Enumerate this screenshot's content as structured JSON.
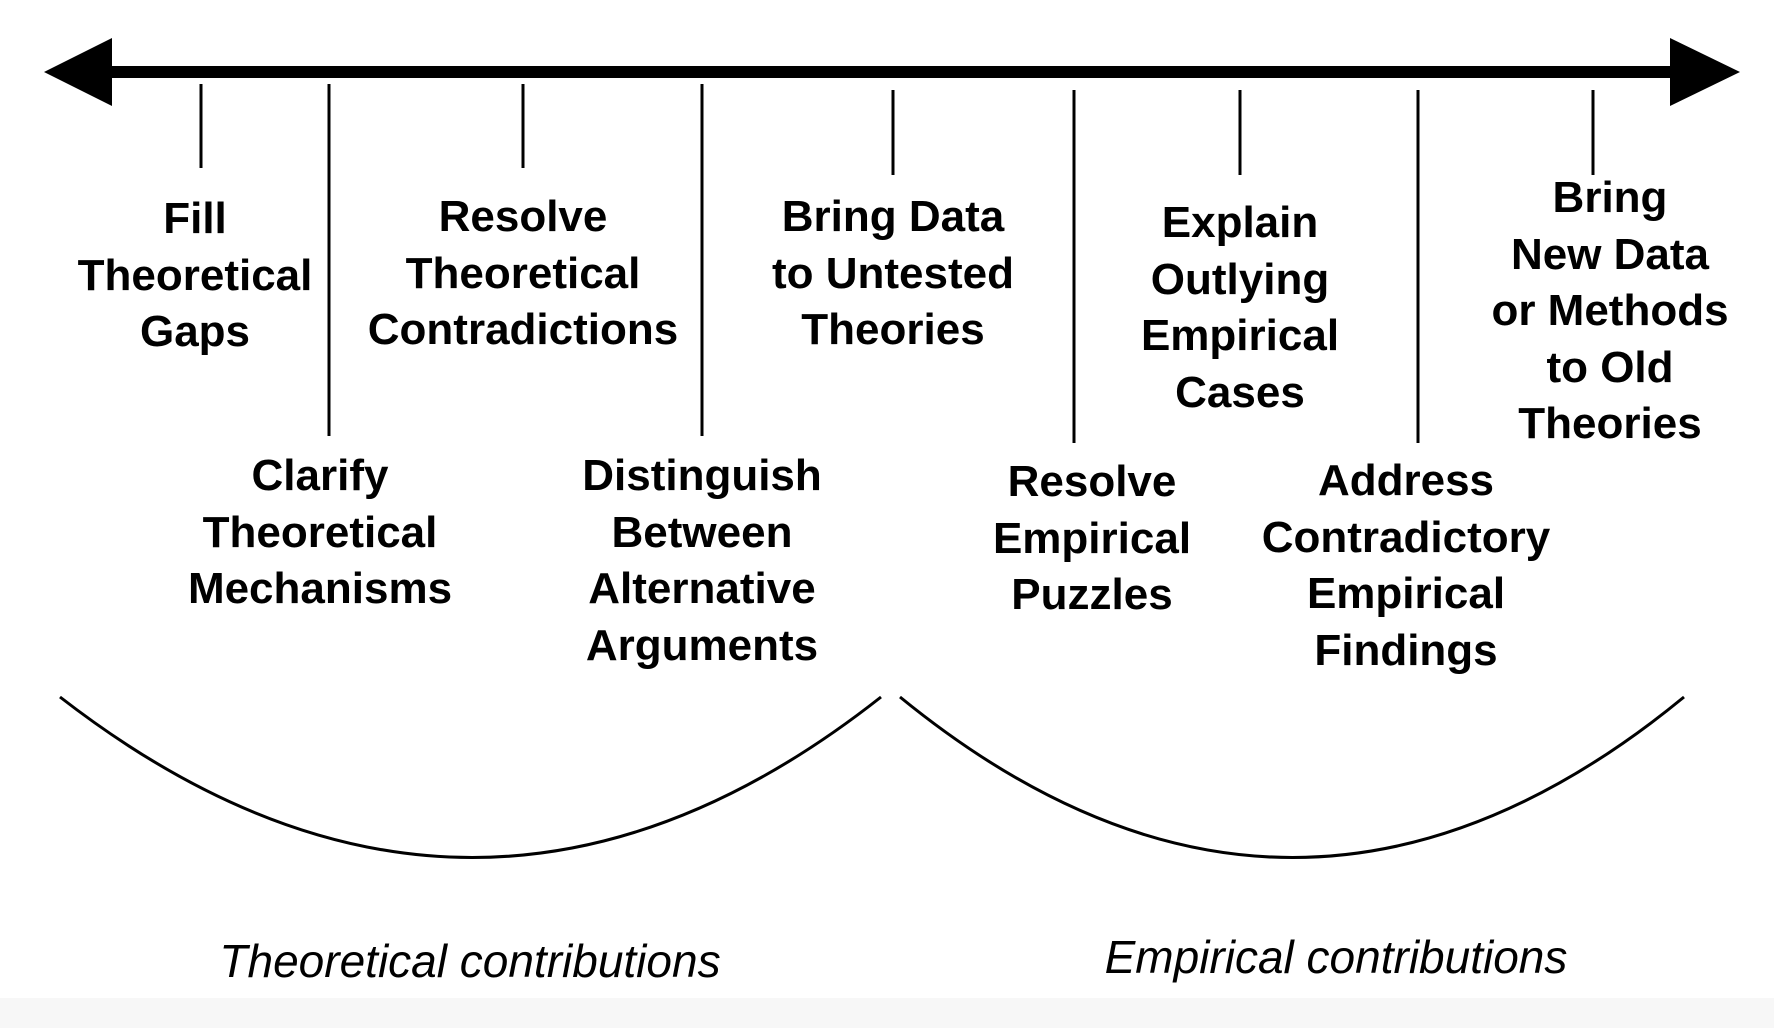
{
  "colors": {
    "ink": "#000000",
    "background": "#ffffff"
  },
  "contributions": [
    {
      "id": "fill-theoretical-gaps",
      "lines": [
        "Fill",
        "Theoretical",
        "Gaps"
      ]
    },
    {
      "id": "clarify-theoretical-mechanisms",
      "lines": [
        "Clarify",
        "Theoretical",
        "Mechanisms"
      ]
    },
    {
      "id": "resolve-theoretical-contradictions",
      "lines": [
        "Resolve",
        "Theoretical",
        "Contradictions"
      ]
    },
    {
      "id": "distinguish-between-alternative-arguments",
      "lines": [
        "Distinguish",
        "Between",
        "Alternative",
        "Arguments"
      ]
    },
    {
      "id": "bring-data-to-untested-theories",
      "lines": [
        "Bring Data",
        "to Untested",
        "Theories"
      ]
    },
    {
      "id": "resolve-empirical-puzzles",
      "lines": [
        "Resolve",
        "Empirical",
        "Puzzles"
      ]
    },
    {
      "id": "explain-outlying-empirical-cases",
      "lines": [
        "Explain",
        "Outlying",
        "Empirical",
        "Cases"
      ]
    },
    {
      "id": "address-contradictory-empirical-findings",
      "lines": [
        "Address",
        "Contradictory",
        "Empirical",
        "Findings"
      ]
    },
    {
      "id": "bring-new-data-or-methods-to-old-theories",
      "lines": [
        "Bring",
        "New Data",
        "or Methods",
        "to Old",
        "Theories"
      ]
    }
  ],
  "groups": [
    {
      "id": "theoretical",
      "label": "Theoretical contributions"
    },
    {
      "id": "empirical",
      "label": "Empirical contributions"
    }
  ]
}
